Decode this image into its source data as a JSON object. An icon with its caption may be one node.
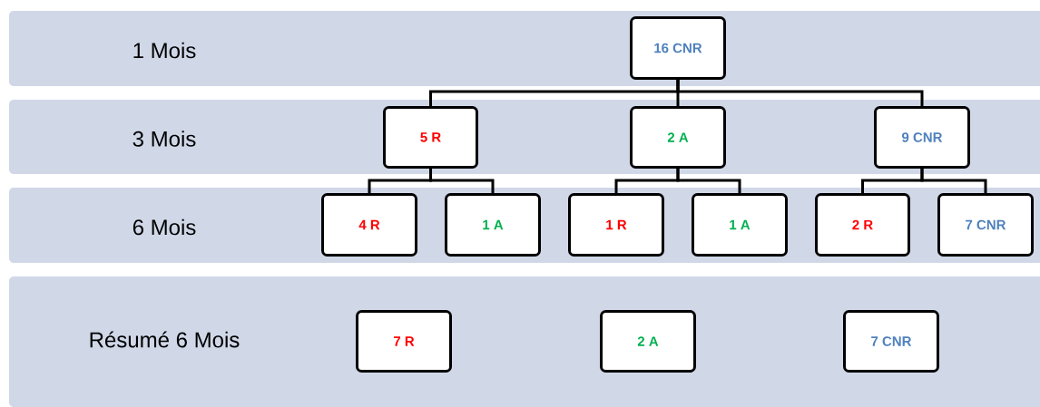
{
  "diagram": {
    "nodes": [
      {
        "text": [
          "1 Mois"
        ]
      },
      {
        "text": [
          "16 CNR"
        ],
        "in": 0
      },
      {
        "text": [
          "3 Mois"
        ]
      },
      {
        "text": [
          "5 R"
        ],
        "in": 2
      },
      {
        "text": [
          "2 A"
        ],
        "in": 2
      },
      {
        "text": [
          "9 CNR"
        ],
        "in": 2
      },
      {
        "text": [
          "6 Mois"
        ]
      },
      {
        "text": [
          "4 R"
        ],
        "in": 6
      },
      {
        "text": [
          "1 A"
        ],
        "in": 6
      },
      {
        "text": [
          "1 R"
        ],
        "in": 6
      },
      {
        "text": [
          "1 A"
        ],
        "in": 6
      },
      {
        "text": [
          "2 R"
        ],
        "in": 6
      },
      {
        "text": [
          "7 CNR"
        ],
        "in": 6
      },
      {
        "text": [
          "Résumé 6 Mois"
        ]
      },
      {
        "text": [
          "7 R"
        ],
        "in": 13
      },
      {
        "text": [
          "2 A"
        ],
        "in": 13
      },
      {
        "text": [
          "7 CNR"
        ],
        "in": 13
      }
    ],
    "edges": [
      {
        "from": 1,
        "to": 3,
        "arrow": "none"
      },
      {
        "from": 1,
        "to": 4,
        "arrow": "none"
      },
      {
        "from": 1,
        "to": 5,
        "arrow": "none"
      },
      {
        "from": 3,
        "to": 7,
        "arrow": "none"
      },
      {
        "from": 3,
        "to": 8,
        "arrow": "none"
      },
      {
        "from": 4,
        "to": 9,
        "arrow": "none"
      },
      {
        "from": 4,
        "to": 10,
        "arrow": "none"
      },
      {
        "from": 5,
        "to": 11,
        "arrow": "none"
      },
      {
        "from": 5,
        "to": 12,
        "arrow": "none"
      }
    ]
  }
}
